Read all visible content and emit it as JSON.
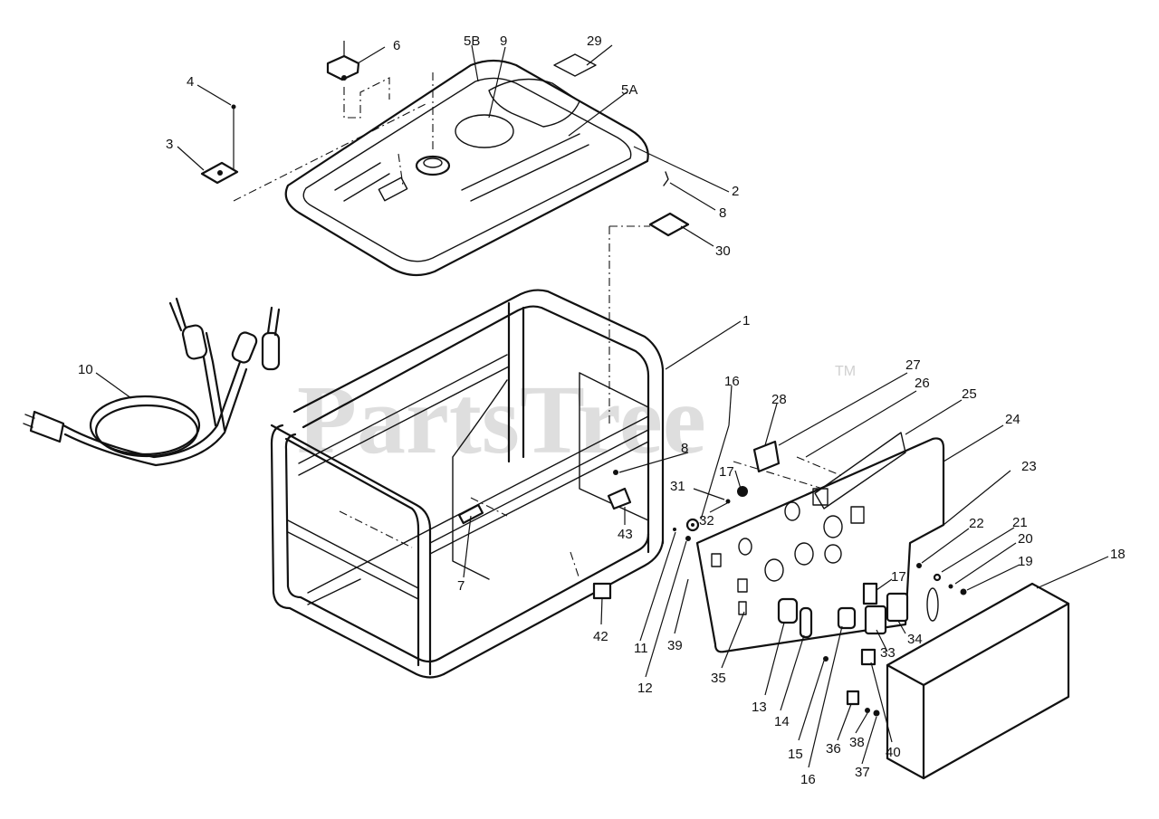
{
  "watermark": {
    "text": "PartsTree",
    "trademark": "TM"
  },
  "callouts": {
    "c1": "1",
    "c2": "2",
    "c3": "3",
    "c4": "4",
    "c5A": "5A",
    "c5B": "5B",
    "c6": "6",
    "c7": "7",
    "c8a": "8",
    "c8b": "8",
    "c9": "9",
    "c10": "10",
    "c11": "11",
    "c12": "12",
    "c13": "13",
    "c14": "14",
    "c15": "15",
    "c16a": "16",
    "c16b": "16",
    "c17a": "17",
    "c17b": "17",
    "c18": "18",
    "c19": "19",
    "c20": "20",
    "c21": "21",
    "c22": "22",
    "c23": "23",
    "c24": "24",
    "c25": "25",
    "c26": "26",
    "c27": "27",
    "c28": "28",
    "c29": "29",
    "c30": "30",
    "c31": "31",
    "c32": "32",
    "c33": "33",
    "c34": "34",
    "c35": "35",
    "c36": "36",
    "c37": "37",
    "c38": "38",
    "c39": "39",
    "c40": "40",
    "c42": "42",
    "c43": "43"
  }
}
